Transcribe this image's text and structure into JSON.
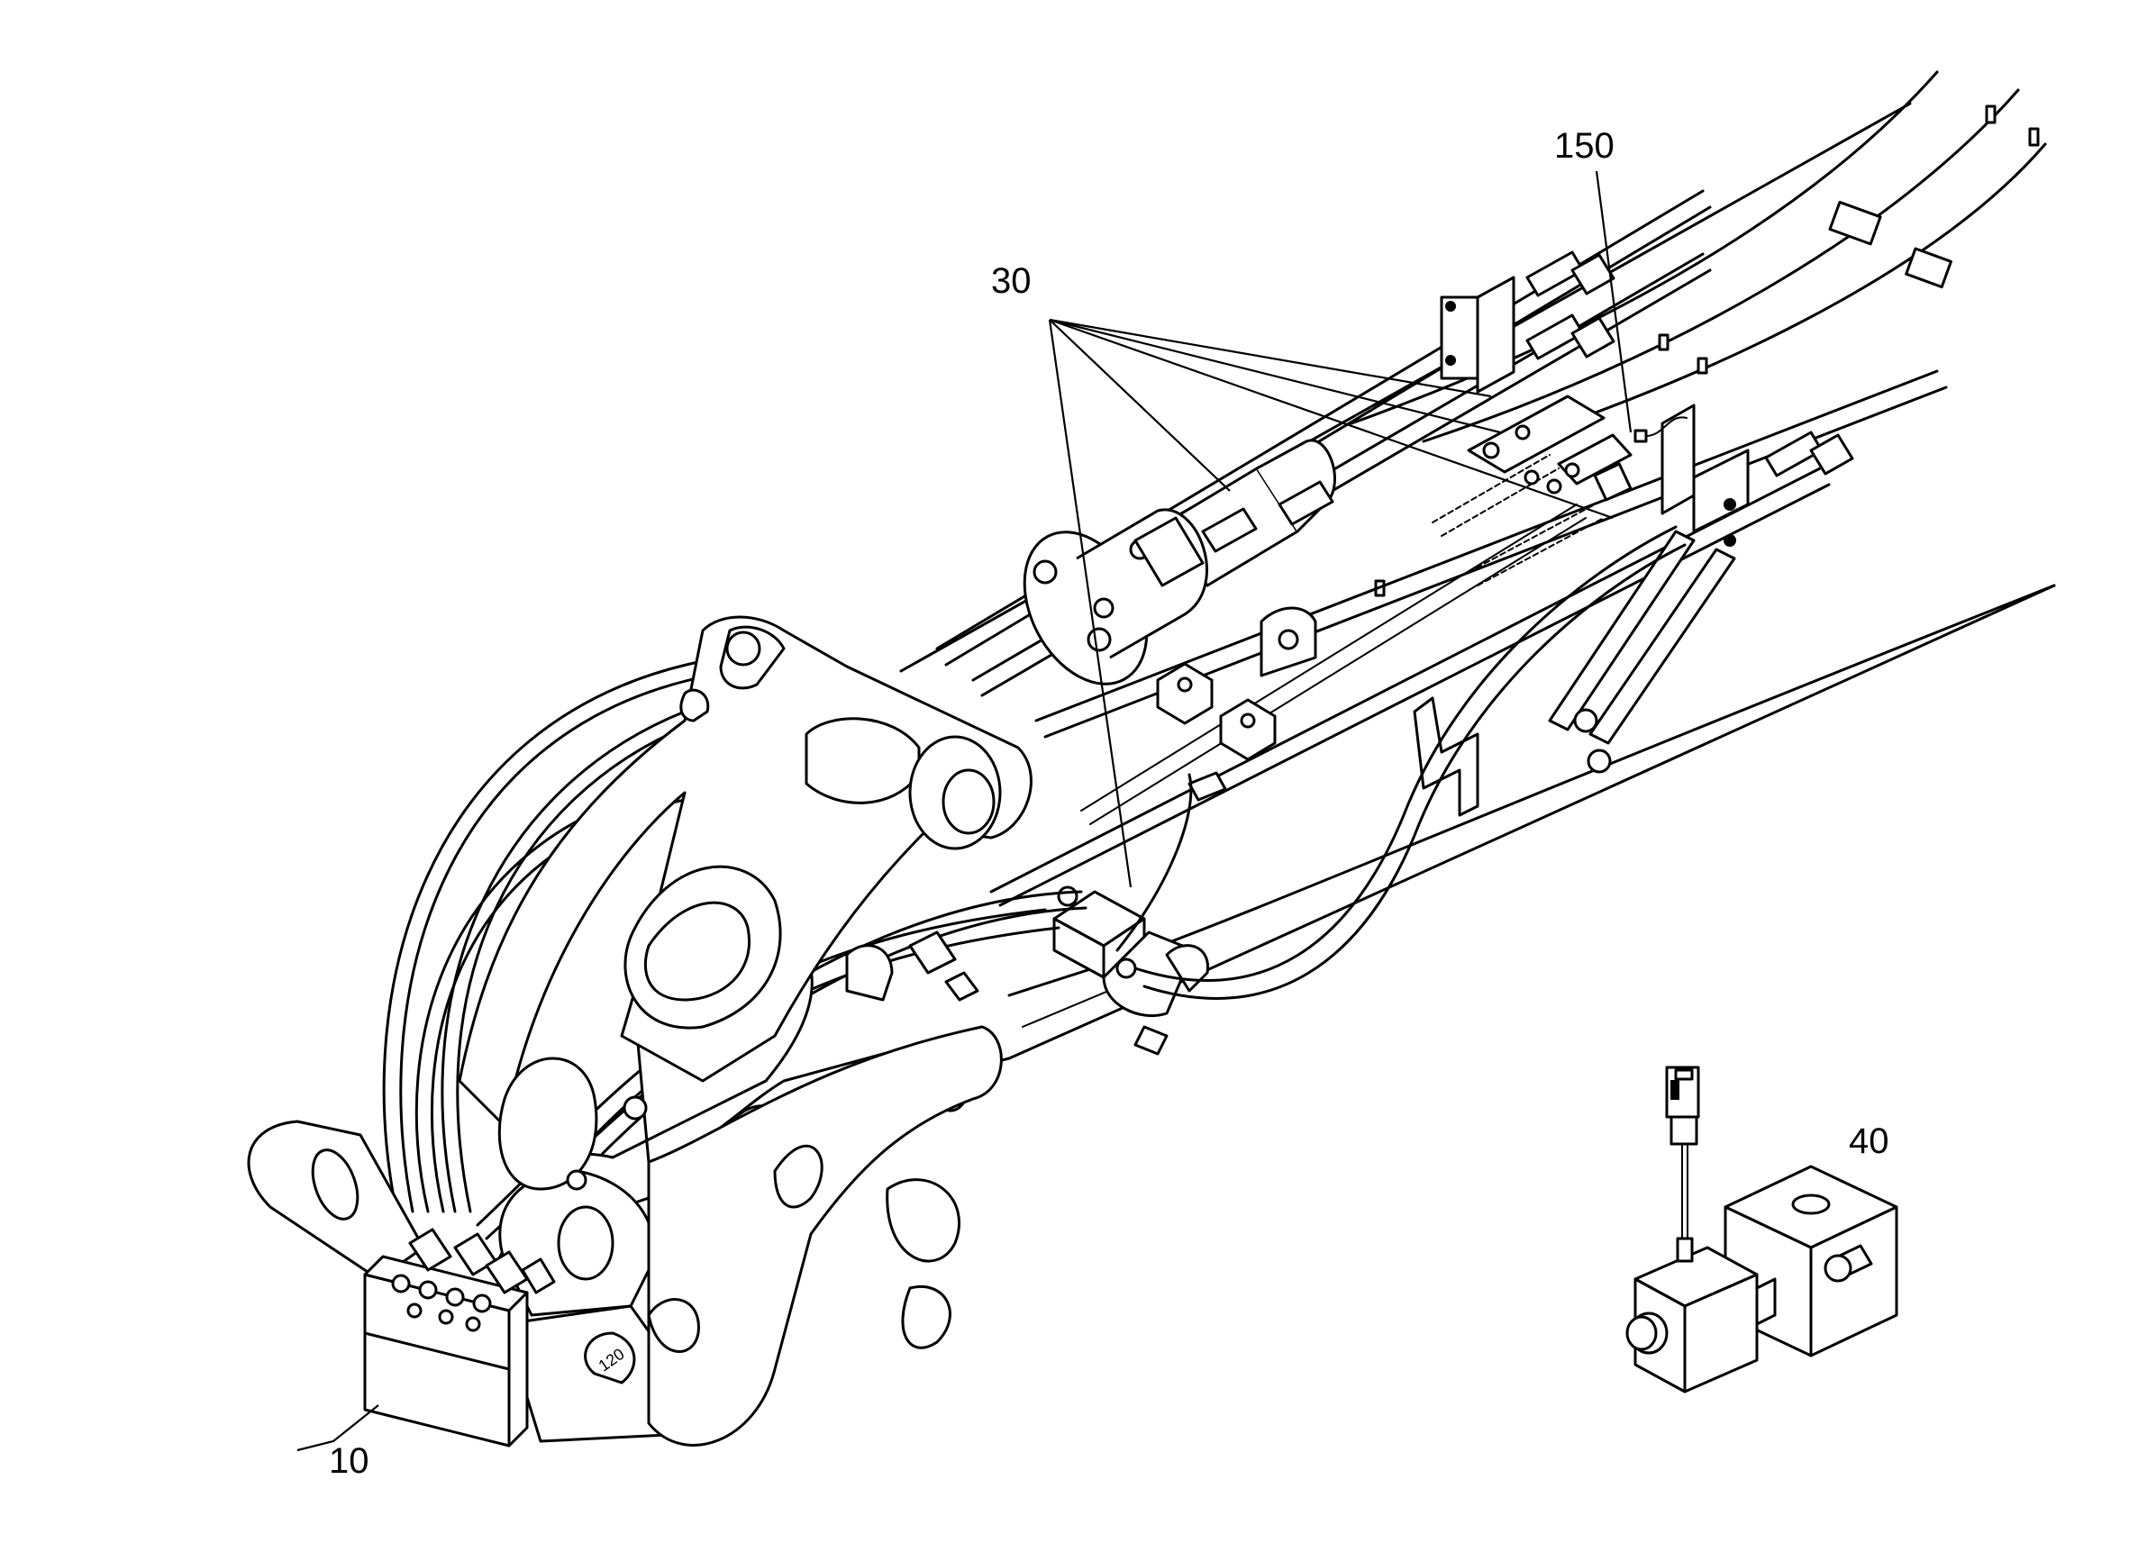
{
  "callouts": {
    "c10": "10",
    "c30": "30",
    "c40": "40",
    "c150": "150"
  },
  "plate_marking": "120",
  "colors": {
    "ink": "#000000",
    "paper": "#ffffff"
  }
}
